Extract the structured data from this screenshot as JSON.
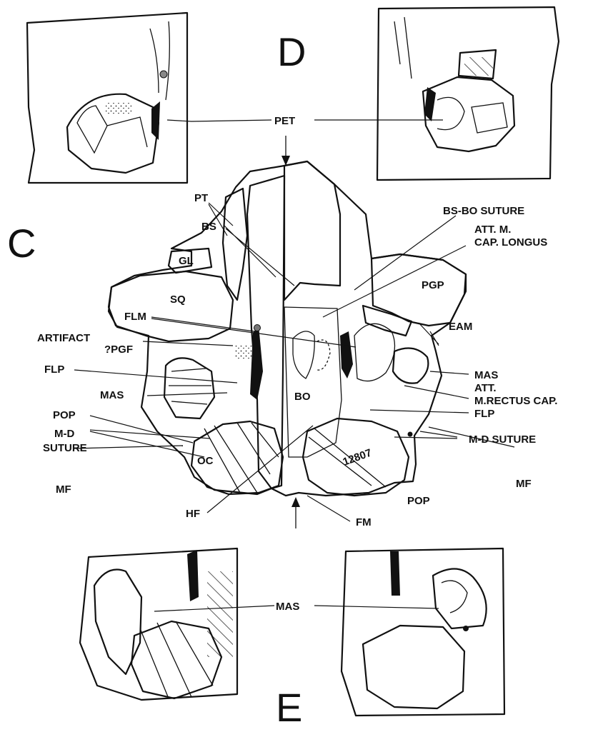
{
  "panels": {
    "c": "C",
    "d": "D",
    "e": "E"
  },
  "labels": {
    "pet": "PET",
    "pt": "PT",
    "bs": "BS",
    "gl": "GL",
    "sq": "SQ",
    "flm": "FLM",
    "artifact": "ARTIFACT",
    "pgf": "?PGF",
    "flp_left": "FLP",
    "mas_left": "MAS",
    "pop_left": "POP",
    "md_left_1": "M-D",
    "md_left_2": "SUTURE",
    "mf_left": "MF",
    "oc": "OC",
    "hf": "HF",
    "bo": "BO",
    "fm": "FM",
    "bs_bo_suture": "BS-BO SUTURE",
    "att_cap_1": "ATT. M.",
    "att_cap_2": "CAP. LONGUS",
    "pgp": "PGP",
    "eam": "EAM",
    "mas_right": "MAS",
    "att_rectus_1": "ATT.",
    "att_rectus_2": "M.RECTUS CAP.",
    "flp_right": "FLP",
    "md_right": "M-D  SUTURE",
    "pop_right": "POP",
    "mf_right": "MF",
    "mas_bottom": "MAS",
    "specimen_no": "12807"
  }
}
